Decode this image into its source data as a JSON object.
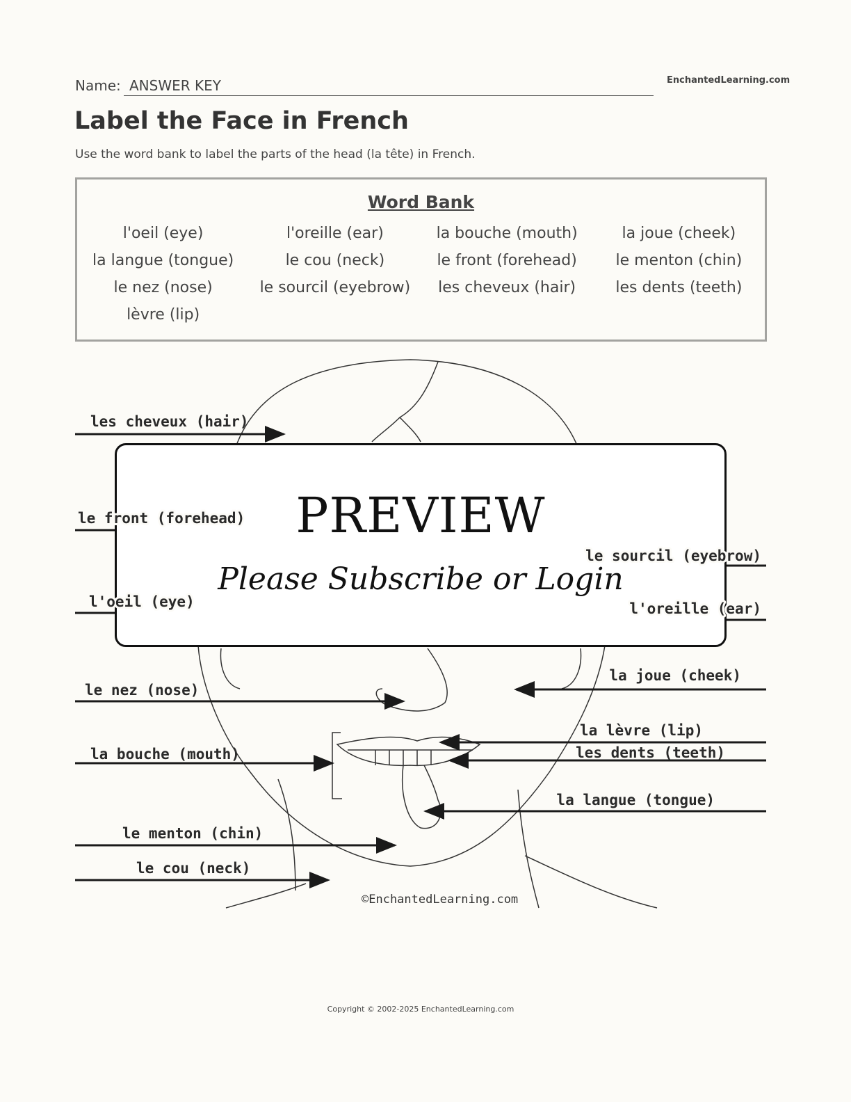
{
  "header": {
    "name_label": "Name:",
    "name_value": "ANSWER KEY",
    "site": "EnchantedLearning.com",
    "title": "Label the Face in French",
    "subtitle": "Use the word bank to label the parts of the head (la tête) in French."
  },
  "word_bank": {
    "title": "Word Bank",
    "words": [
      "l'oeil (eye)",
      "l'oreille (ear)",
      "la bouche (mouth)",
      "la joue (cheek)",
      "la langue (tongue)",
      "le cou (neck)",
      "le front (forehead)",
      "le menton (chin)",
      "le nez (nose)",
      "le sourcil (eyebrow)",
      "les cheveux (hair)",
      "les dents (teeth)",
      "lèvre (lip)"
    ]
  },
  "diagram": {
    "labels": {
      "hair": "les cheveux (hair)",
      "forehead": "le front (forehead)",
      "eye": "l'oeil (eye)",
      "eyebrow": "le sourcil (eyebrow)",
      "ear": "l'oreille (ear)",
      "cheek": "la joue (cheek)",
      "nose": "le nez (nose)",
      "mouth": "la bouche (mouth)",
      "lip": "la lèvre (lip)",
      "teeth": "les dents (teeth)",
      "tongue": "la langue (tongue)",
      "chin": "le menton (chin)",
      "neck": "le cou (neck)"
    },
    "credit": "©EnchantedLearning.com"
  },
  "overlay": {
    "title": "PREVIEW",
    "subtitle": "Please Subscribe or Login"
  },
  "footer": {
    "copyright": "Copyright © 2002-2025 EnchantedLearning.com"
  }
}
